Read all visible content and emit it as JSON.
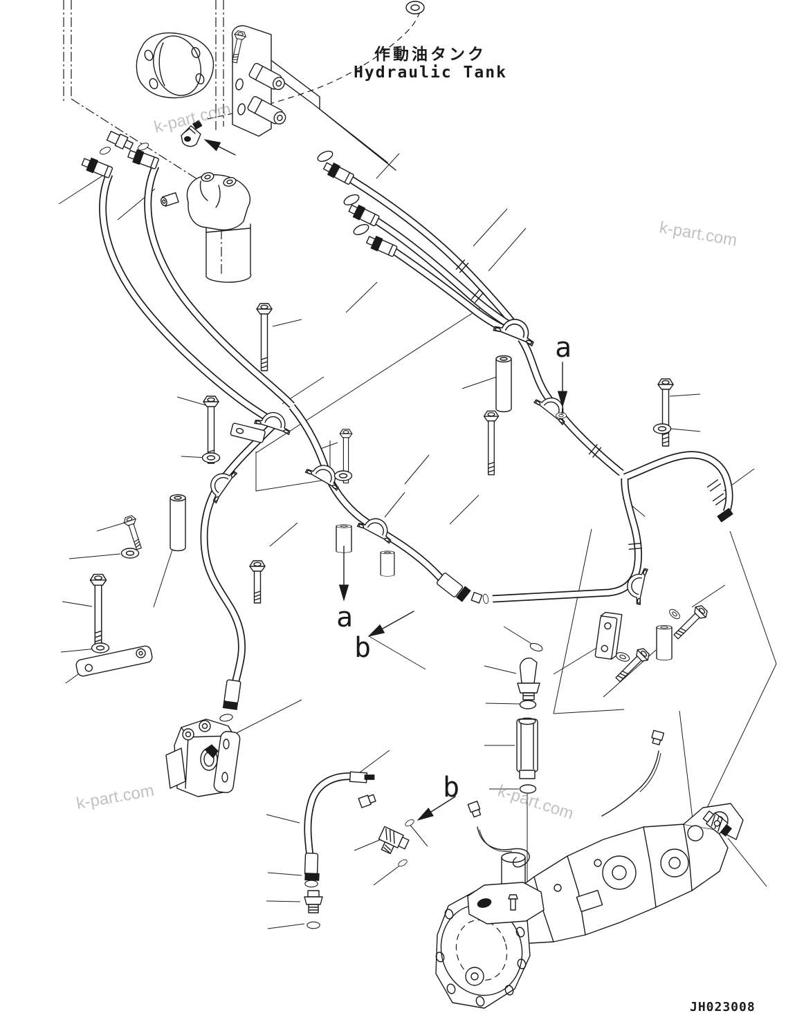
{
  "meta": {
    "background_color": "#ffffff",
    "line_color": "#1a1a1a",
    "watermark_color": "#8f8f8f"
  },
  "title": {
    "jp": "作動油タンク",
    "en": "Hydraulic Tank"
  },
  "labels": {
    "a": "a",
    "b": "b"
  },
  "watermark": {
    "text": "k-part.com"
  },
  "drawing_number": "JH023008"
}
